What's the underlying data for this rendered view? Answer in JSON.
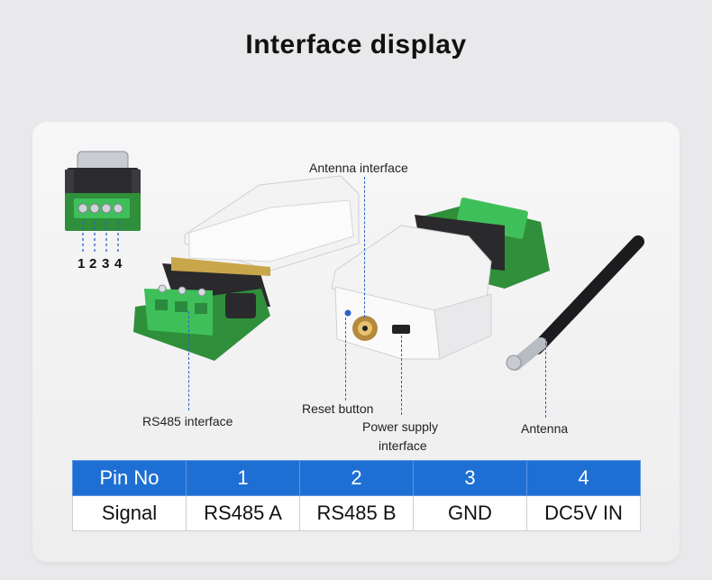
{
  "title": "Interface display",
  "labels": {
    "antenna_interface": "Antenna interface",
    "rs485_interface": "RS485 interface",
    "reset_button": "Reset button",
    "power_supply_line1": "Power supply",
    "power_supply_line2": "interface",
    "antenna": "Antenna"
  },
  "pins": [
    "1",
    "2",
    "3",
    "4"
  ],
  "table": {
    "header": [
      "Pin No",
      "1",
      "2",
      "3",
      "4"
    ],
    "row": [
      "Signal",
      "RS485 A",
      "RS485 B",
      "GND",
      "DC5V IN"
    ]
  },
  "colors": {
    "accent": "#1e6fd3",
    "pcb_green": "#2f8f3a",
    "terminal_green": "#3fbf5a"
  }
}
